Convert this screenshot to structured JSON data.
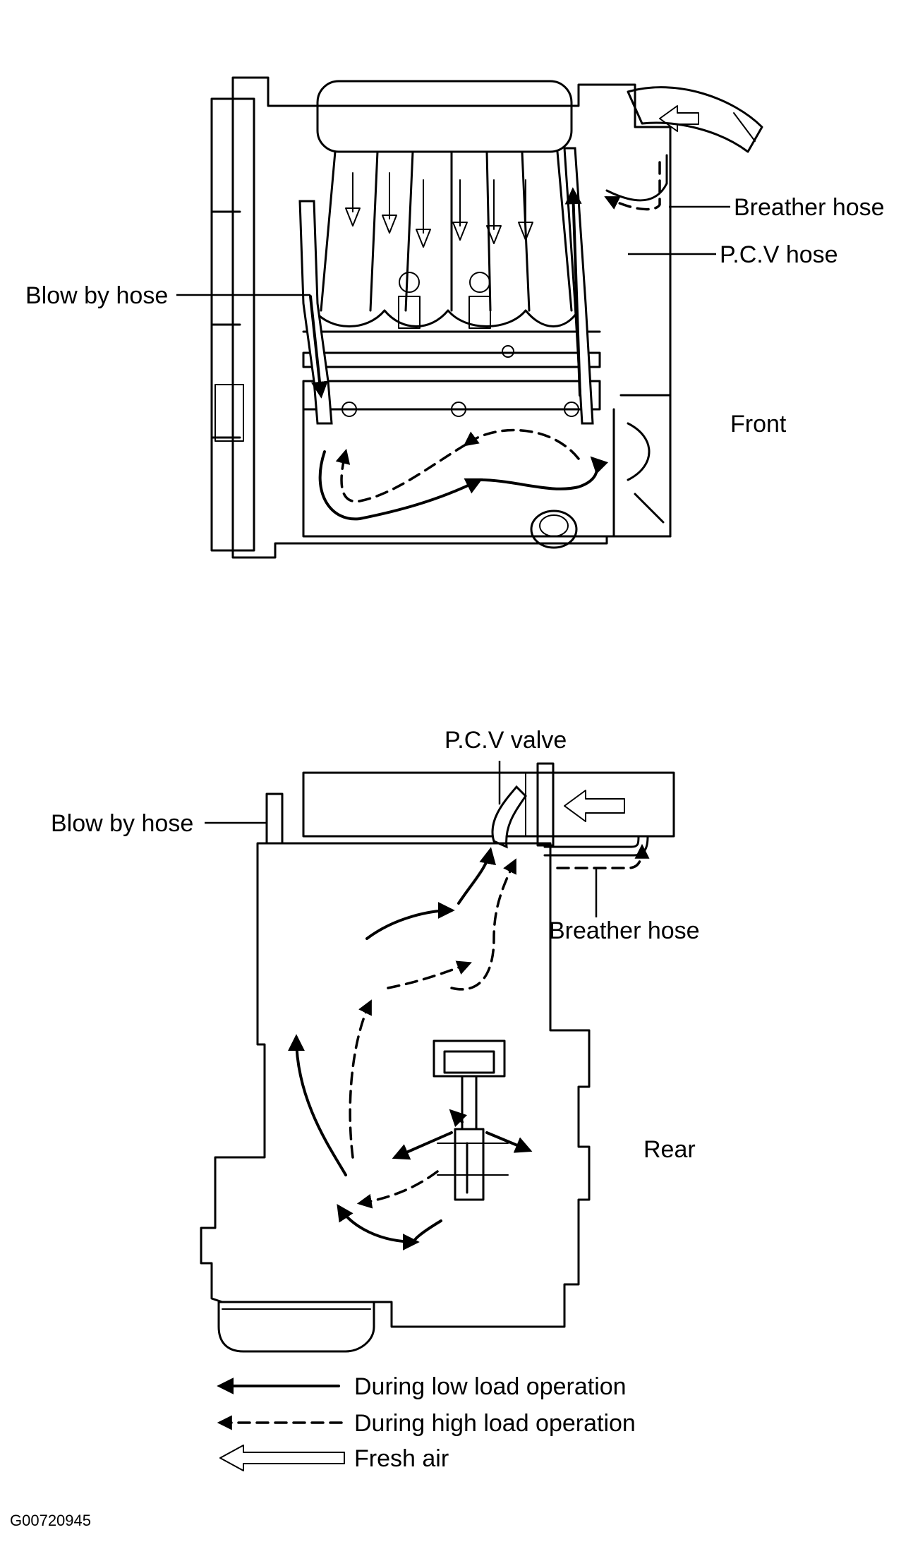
{
  "top_view": {
    "labels": {
      "breather_hose": "Breather hose",
      "pcv_hose": "P.C.V hose",
      "blow_by_hose": "Blow by hose",
      "front": "Front"
    }
  },
  "side_view": {
    "labels": {
      "pcv_valve": "P.C.V valve",
      "blow_by_hose": "Blow by hose",
      "breather_hose": "Breather hose",
      "rear": "Rear"
    }
  },
  "legend": {
    "low_load": "During low load operation",
    "high_load": "During high load operation",
    "fresh_air": "Fresh air"
  },
  "figure_code": "G00720945"
}
